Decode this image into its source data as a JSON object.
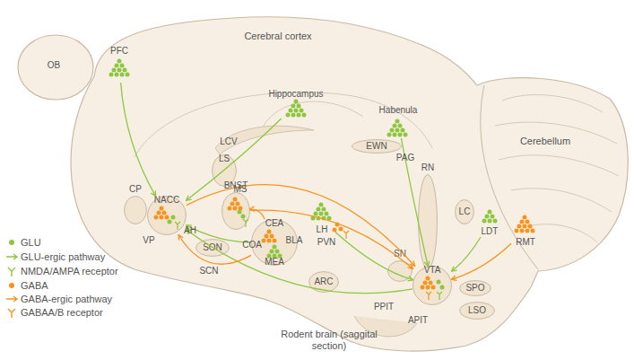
{
  "diagram": {
    "caption": "Rodent brain (saggital section)",
    "nodes": [
      {
        "text": [
          "PFC"
        ]
      },
      {
        "text": [
          "Hippocampus"
        ]
      },
      {
        "text": [
          "Habenula"
        ]
      },
      {
        "text": [
          "LS"
        ]
      },
      {
        "text": [
          "EWN"
        ]
      },
      {
        "text": [
          "CP"
        ]
      },
      {
        "text": [
          "NACC"
        ]
      },
      {
        "text": [
          "BNST"
        ]
      },
      {
        "text": [
          "RN"
        ]
      },
      {
        "text": [
          "LC"
        ]
      },
      {
        "text": [
          "LDT"
        ]
      },
      {
        "text": [
          "LH"
        ]
      },
      {
        "text": [
          "SON"
        ]
      },
      {
        "text": [
          "CEA"
        ]
      },
      {
        "text": [
          "RMT"
        ]
      },
      {
        "text": [
          "SN"
        ]
      },
      {
        "text": [
          "ARC"
        ]
      },
      {
        "text": [
          "VTA"
        ]
      },
      {
        "text": [
          "SPO"
        ]
      },
      {
        "text": [
          "LSO"
        ]
      }
    ],
    "edges": [
      {
        "from": 0,
        "to": 6,
        "arrow": "to"
      },
      {
        "from": 1,
        "to": 6,
        "arrow": "to"
      },
      {
        "from": 2,
        "to": 17,
        "arrow": "to"
      },
      {
        "from": 10,
        "to": 17,
        "arrow": "to"
      },
      {
        "from": 14,
        "to": 17,
        "arrow": "to"
      },
      {
        "from": 6,
        "to": 17,
        "arrow": "to"
      },
      {
        "from": 7,
        "to": 17,
        "arrow": "to"
      },
      {
        "from": 13,
        "to": 6,
        "arrow": "to"
      },
      {
        "from": 13,
        "to": 7,
        "arrow": "to"
      },
      {
        "from": 11,
        "to": 17,
        "arrow": "to"
      },
      {
        "from": 17,
        "to": 6,
        "arrow": "to"
      },
      {
        "from": 13,
        "to": 6,
        "arrow": "to"
      }
    ],
    "labels": [
      "Cerebral cortex",
      "OB",
      "LCV",
      "MS",
      "Cerebellum",
      "AH",
      "VP",
      "COA",
      "BLA",
      "MEA",
      "PVN",
      "SCN",
      "PAG",
      "PPIT",
      "APIT"
    ],
    "legend": [
      {
        "text": "GLU",
        "color": "#8dc63f"
      },
      {
        "text": "GLU-ergic pathway"
      },
      {
        "text": "NMDA/AMPA receptor"
      },
      {
        "text": "GABA",
        "color": "#f7941d"
      },
      {
        "text": "GABA-ergic pathway"
      },
      {
        "text": "GABAA/B receptor"
      }
    ]
  }
}
